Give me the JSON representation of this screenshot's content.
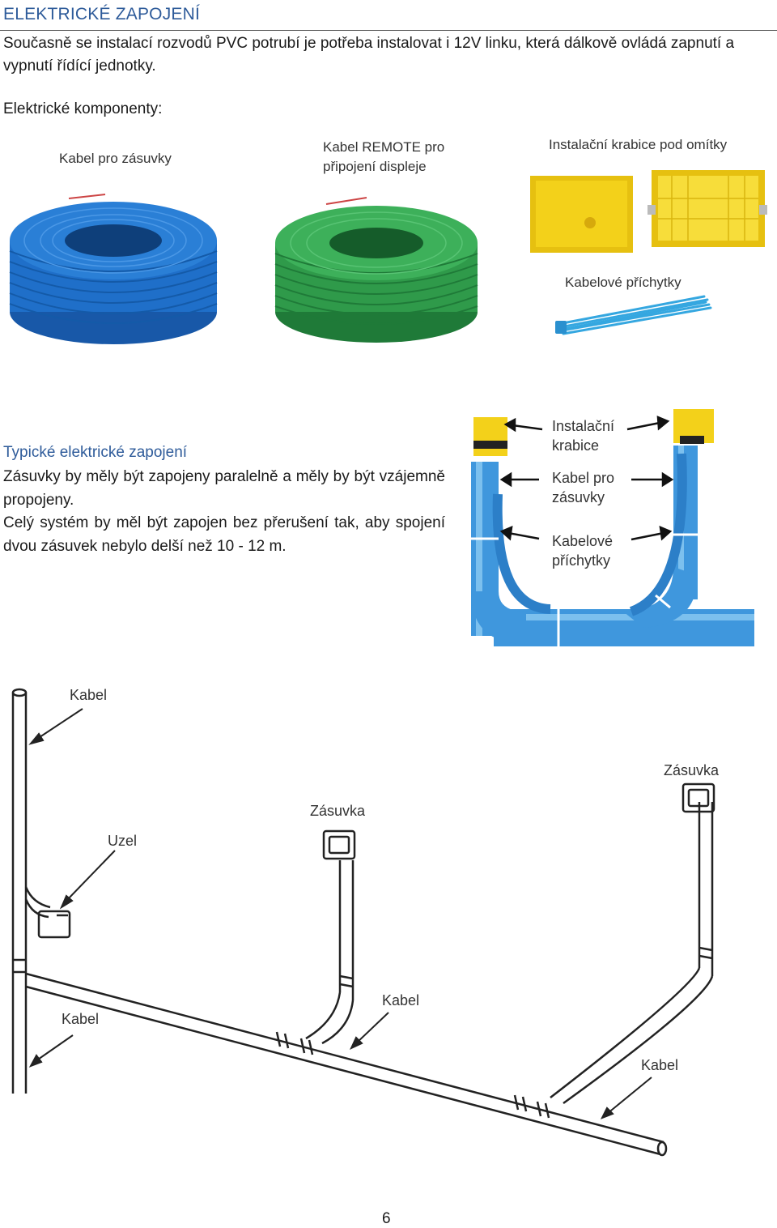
{
  "title": "ELEKTRICKÉ ZAPOJENÍ",
  "intro_text": "Současně se instalací rozvodů PVC potrubí je potřeba instalovat i 12V linku, která dálkově ovládá zapnutí a vypnutí řídící jednotky.",
  "components_label": "Elektrické komponenty:",
  "component_photos": {
    "cable_sockets": "Kabel pro zásuvky",
    "remote_cable_line1": "Kabel REMOTE pro",
    "remote_cable_line2": "připojení displeje",
    "install_box": "Instalační krabice pod omítky",
    "cable_ties": "Kabelové příchytky"
  },
  "typical": {
    "heading": "Typické elektrické zapojení",
    "paragraph1": "Zásuvky by měly být zapojeny paralelně a měly by být vzájemně propojeny.",
    "paragraph2": "Celý systém by měl být zapojen bez přerušení tak, aby spojení dvou zásuvek nebylo delší než 10 - 12 m."
  },
  "photo_callouts": {
    "box_line1": "Instalační",
    "box_line2": "krabice",
    "cable_line1": "Kabel pro",
    "cable_line2": "zásuvky",
    "ties_line1": "Kabelové",
    "ties_line2": "příchytky"
  },
  "diagram_labels": {
    "kabel_top": "Kabel",
    "uzel": "Uzel",
    "kabel_left": "Kabel",
    "zasuvka_mid": "Zásuvka",
    "zasuvka_right": "Zásuvka",
    "kabel_mid": "Kabel",
    "kabel_right": "Kabel"
  },
  "page_number": "6",
  "colors": {
    "heading": "#2e5b9a",
    "blue_coil": "#1f6fc9",
    "green_coil": "#2f9a4a",
    "yellow_box": "#f3d11a",
    "ties": "#35a7e0",
    "pipe_blue": "#3f97dd"
  }
}
